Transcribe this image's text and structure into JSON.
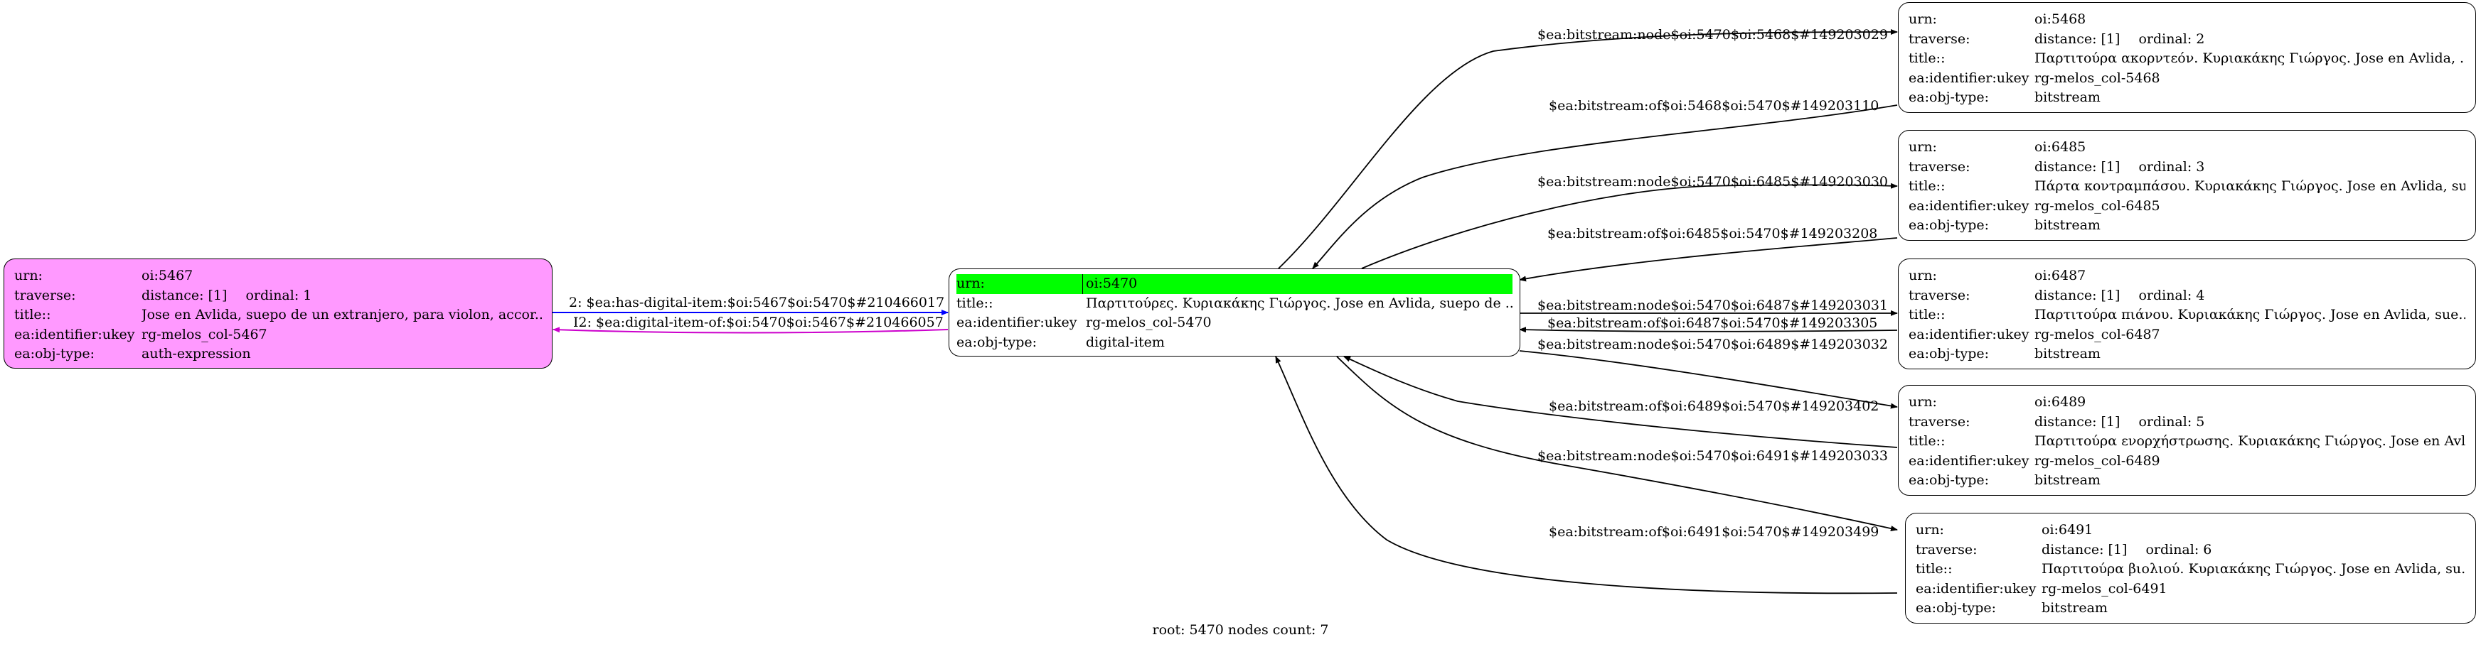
{
  "footer": "root: 5470 nodes count: 7",
  "nodes": {
    "root": {
      "urn_k": "urn:",
      "urn_v": "oi:5470",
      "title_k": "title::",
      "title_v": "Παρτιτούρες. Κυριακάκης Γιώργος. Jose en Avlida, suepo de ...",
      "ukey_k": "ea:identifier:ukey",
      "ukey_v": "rg-melos_col-5470",
      "type_k": "ea:obj-type:",
      "type_v": "digital-item"
    },
    "n5467": {
      "urn_k": "urn:",
      "urn_v": "oi:5467",
      "trav_k": "traverse:",
      "dist": "distance: [1]",
      "ord": "ordinal: 1",
      "title_k": "title::",
      "title_v": "Jose en Avlida, suepo de un extranjero, para violon, accor...",
      "ukey_k": "ea:identifier:ukey",
      "ukey_v": "rg-melos_col-5467",
      "type_k": "ea:obj-type:",
      "type_v": "auth-expression"
    },
    "n5468": {
      "urn_k": "urn:",
      "urn_v": "oi:5468",
      "trav_k": "traverse:",
      "dist": "distance: [1]",
      "ord": "ordinal: 2",
      "title_k": "title::",
      "title_v": "Παρτιτούρα ακορντεόν. Κυριακάκης Γιώργος. Jose en Avlida, ...",
      "ukey_k": "ea:identifier:ukey",
      "ukey_v": "rg-melos_col-5468",
      "type_k": "ea:obj-type:",
      "type_v": "bitstream"
    },
    "n6485": {
      "urn_k": "urn:",
      "urn_v": "oi:6485",
      "trav_k": "traverse:",
      "dist": "distance: [1]",
      "ord": "ordinal: 3",
      "title_k": "title::",
      "title_v": "Πάρτα κοντραμπάσου. Κυριακάκης Γιώργος. Jose en Avlida, su...",
      "ukey_k": "ea:identifier:ukey",
      "ukey_v": "rg-melos_col-6485",
      "type_k": "ea:obj-type:",
      "type_v": "bitstream"
    },
    "n6487": {
      "urn_k": "urn:",
      "urn_v": "oi:6487",
      "trav_k": "traverse:",
      "dist": "distance: [1]",
      "ord": "ordinal: 4",
      "title_k": "title::",
      "title_v": "Παρτιτούρα πιάνου. Κυριακάκης Γιώργος. Jose en Avlida, sue...",
      "ukey_k": "ea:identifier:ukey",
      "ukey_v": "rg-melos_col-6487",
      "type_k": "ea:obj-type:",
      "type_v": "bitstream"
    },
    "n6489": {
      "urn_k": "urn:",
      "urn_v": "oi:6489",
      "trav_k": "traverse:",
      "dist": "distance: [1]",
      "ord": "ordinal: 5",
      "title_k": "title::",
      "title_v": "Παρτιτούρα ενορχήστρωσης. Κυριακάκης Γιώργος. Jose en Avli...",
      "ukey_k": "ea:identifier:ukey",
      "ukey_v": "rg-melos_col-6489",
      "type_k": "ea:obj-type:",
      "type_v": "bitstream"
    },
    "n6491": {
      "urn_k": "urn:",
      "urn_v": "oi:6491",
      "trav_k": "traverse:",
      "dist": "distance: [1]",
      "ord": "ordinal: 6",
      "title_k": "title::",
      "title_v": "Παρτιτούρα βιολιού. Κυριακάκης Γιώργος. Jose en Avlida, su...",
      "ukey_k": "ea:identifier:ukey",
      "ukey_v": "rg-melos_col-6491",
      "type_k": "ea:obj-type:",
      "type_v": "bitstream"
    }
  },
  "edges": {
    "e5467_out": "2: $ea:has-digital-item:$oi:5467$oi:5470$#210466017",
    "e5467_in": "I2: $ea:digital-item-of:$oi:5470$oi:5467$#210466057",
    "e5468_node": "$ea:bitstream:node$oi:5470$oi:5468$#149203029",
    "e5468_of": "$ea:bitstream:of$oi:5468$oi:5470$#149203110",
    "e6485_node": "$ea:bitstream:node$oi:5470$oi:6485$#149203030",
    "e6485_of": "$ea:bitstream:of$oi:6485$oi:5470$#149203208",
    "e6487_node": "$ea:bitstream:node$oi:5470$oi:6487$#149203031",
    "e6487_of": "$ea:bitstream:of$oi:6487$oi:5470$#149203305",
    "e6489_node": "$ea:bitstream:node$oi:5470$oi:6489$#149203032",
    "e6489_of": "$ea:bitstream:of$oi:6489$oi:5470$#149203402",
    "e6491_node": "$ea:bitstream:node$oi:5470$oi:6491$#149203033",
    "e6491_of": "$ea:bitstream:of$oi:6491$oi:5470$#149203499"
  },
  "colors": {
    "auth_fill": "#ff99ff",
    "highlight": "#00ff00",
    "edge_blue": "#0000ff",
    "edge_magenta": "#cc00cc",
    "edge_default": "#000000"
  }
}
